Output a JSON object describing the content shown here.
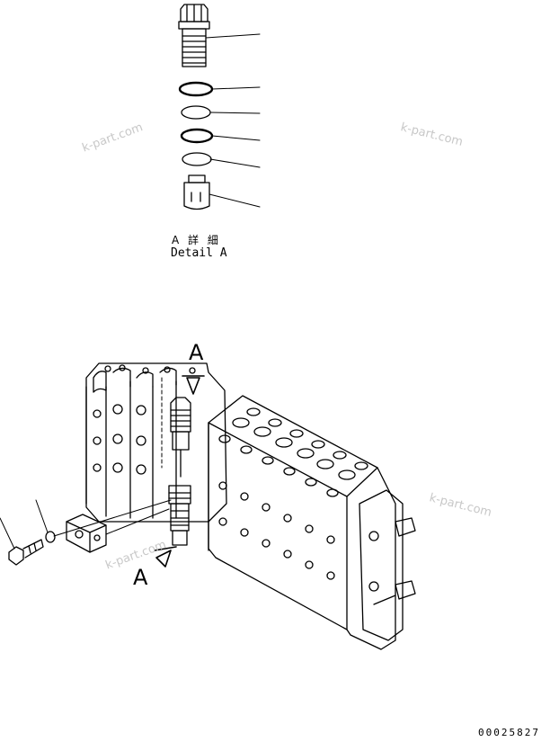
{
  "detail": {
    "label_jp": "A 詳 細",
    "label_en": "Detail A"
  },
  "view_labels": {
    "upper": "A",
    "lower": "A"
  },
  "watermarks": [
    "k-part.com",
    "k-part.com",
    "k-part.com",
    "k-part.com"
  ],
  "drawing_number": "00025827"
}
